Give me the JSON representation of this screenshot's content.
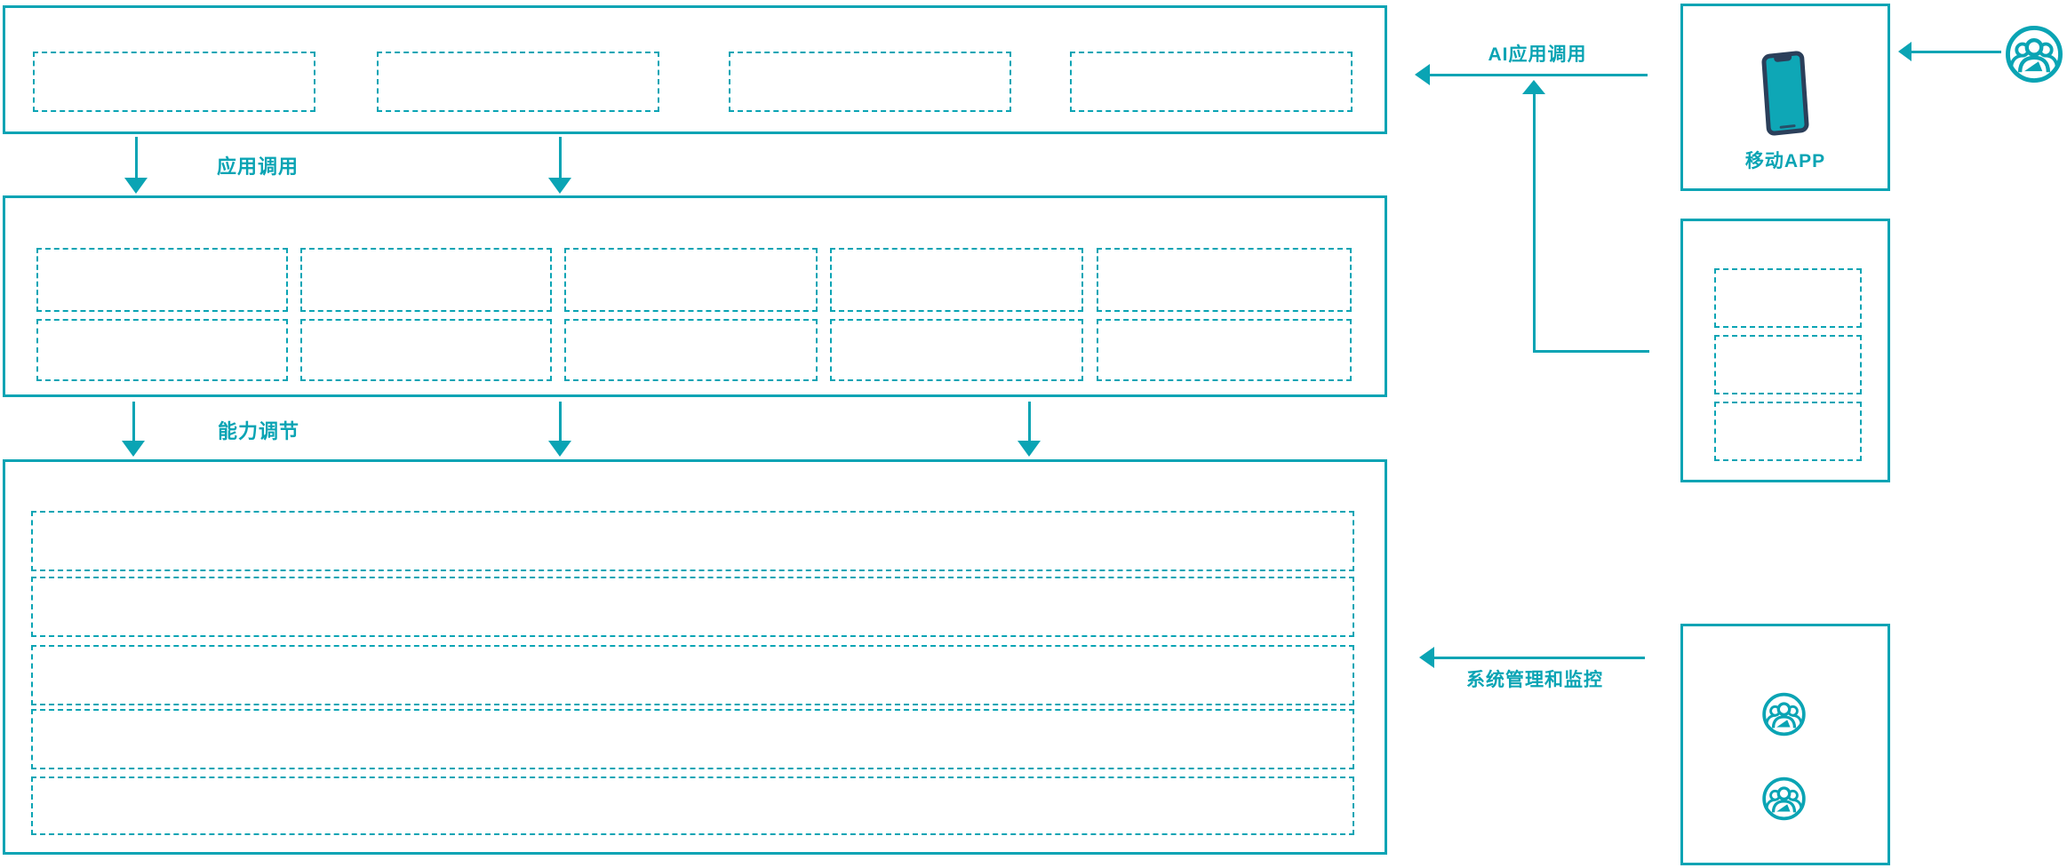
{
  "colors": {
    "accent": "#0aa4b4",
    "phone_body": "#2b3f5a",
    "phone_screen": "#0ea7b6",
    "background": "#ffffff"
  },
  "labels": {
    "app_call": "应用调用",
    "capability_tune": "能力调节",
    "ai_app_call": "AI应用调用",
    "system_monitor": "系统管理和监控",
    "mobile_app": "移动APP"
  },
  "structure": {
    "app_layer": {
      "placeholder_count": 4
    },
    "platform_layer": {
      "placeholder_count": 10
    },
    "base_layer": {
      "placeholder_count": 5
    },
    "mobile_app_box": {
      "icon": "smartphone-icon",
      "caption": "移动APP"
    },
    "service_box": {
      "placeholder_count": 3
    },
    "admin_box": {
      "icons": [
        "user-group-icon",
        "user-group-icon"
      ]
    },
    "external_user": {
      "icon": "user-group-icon"
    }
  }
}
